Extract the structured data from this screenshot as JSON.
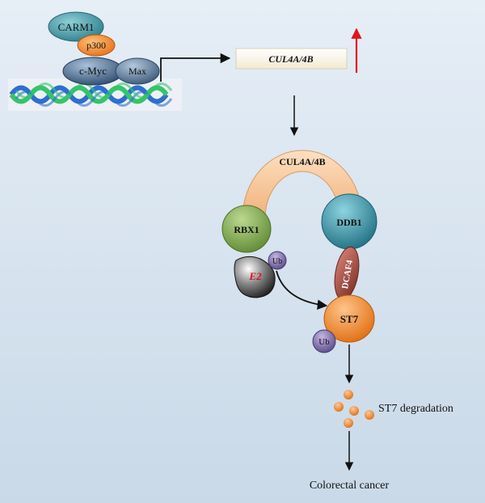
{
  "complex": {
    "carm1": "CARM1",
    "p300": "p300",
    "cmyc": "c-Myc",
    "max": "Max"
  },
  "gene_box": {
    "label": "CUL4A/4B"
  },
  "ligase": {
    "arch": "CUL4A/4B",
    "rbx1": "RBX1",
    "ddb1": "DDB1",
    "dcaf4": "DCAF4",
    "e2": "E2",
    "ub_top": "Ub",
    "st7": "ST7",
    "ub_bottom": "Ub"
  },
  "outcome": {
    "degradation": "ST7 degradation",
    "cancer": "Colorectal cancer"
  },
  "colors": {
    "background_top": "#e6eef6",
    "background_bottom": "#c9d9e8",
    "upregulation_arrow": "#e0141c",
    "e2_text": "#d4141c",
    "cul4_arch": "#f8c79a",
    "rbx1": "#7faa4c",
    "ddb1": "#2f93a6",
    "dcaf4": "#a8473d",
    "st7": "#f0851f",
    "ub": "#7d6aa8"
  }
}
